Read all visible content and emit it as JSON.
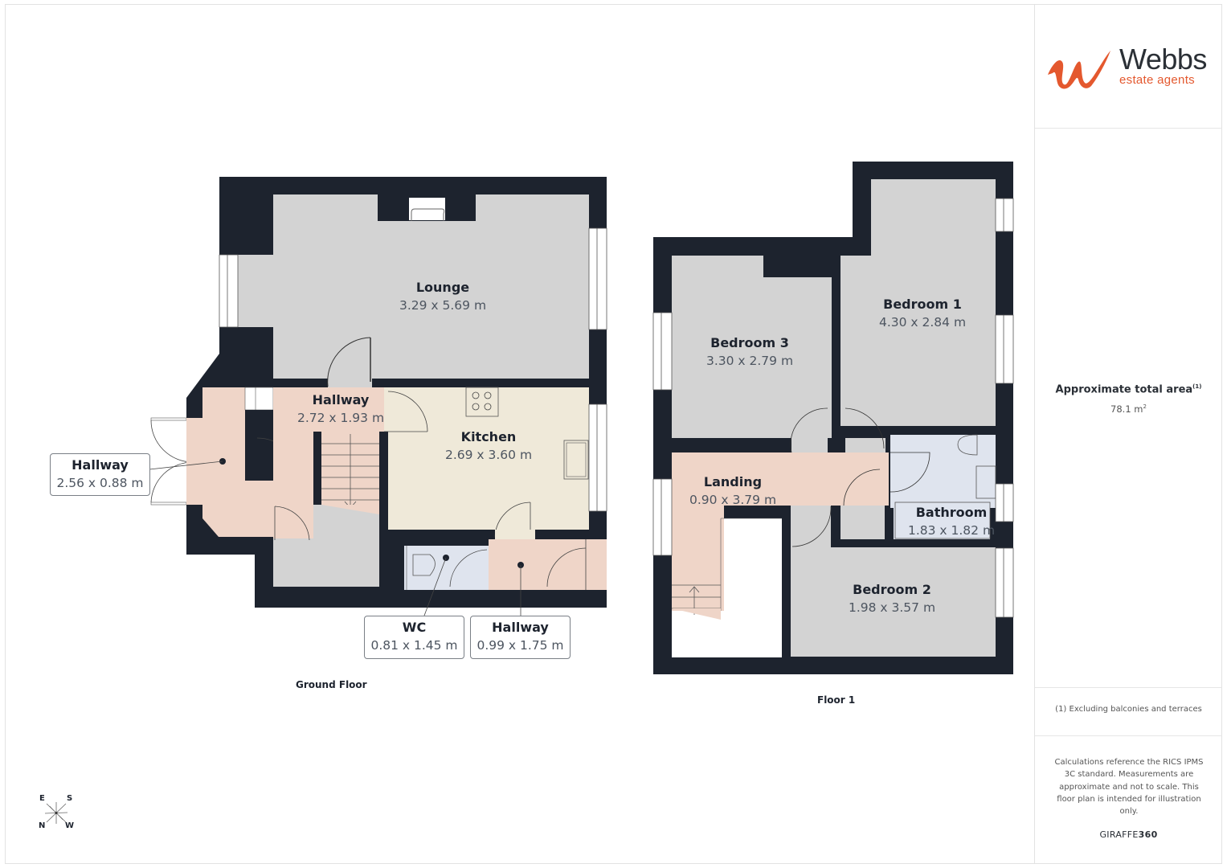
{
  "brand": {
    "name": "Webbs",
    "tagline": "estate agents",
    "logo_icon": "w-swoosh-logo",
    "colors": {
      "accent": "#e4582e",
      "dark": "#2b3036"
    }
  },
  "summary": {
    "area_label": "Approximate total area",
    "area_footnote_marker": "(1)",
    "area_value": "78.1 m",
    "area_unit_sup": "2",
    "footnote": "(1) Excluding balconies and terraces",
    "disclaimer": "Calculations reference the RICS IPMS 3C standard. Measurements are approximate and not to scale. This floor plan is intended for illustration only.",
    "credit_prefix": "GIRAFFE",
    "credit_suffix": "360"
  },
  "colors": {
    "wall": "#1d232e",
    "room_grey": "#d3d3d3",
    "hallway": "#efd5c8",
    "kitchen": "#efe9d9",
    "wet_room": "#dfe4ee"
  },
  "floors": [
    {
      "label": "Ground Floor",
      "rooms": [
        {
          "name": "Lounge",
          "dims": "3.29 x 5.69 m"
        },
        {
          "name": "Hallway",
          "dims": "2.72 x 1.93 m"
        },
        {
          "name": "Kitchen",
          "dims": "2.69 x 3.60 m"
        },
        {
          "name": "Hallway",
          "dims": "2.56 x 0.88 m",
          "callout": true
        },
        {
          "name": "WC",
          "dims": "0.81 x 1.45 m",
          "callout": true
        },
        {
          "name": "Hallway",
          "dims": "0.99 x 1.75 m",
          "callout": true
        }
      ]
    },
    {
      "label": "Floor 1",
      "rooms": [
        {
          "name": "Bedroom 1",
          "dims": "4.30 x 2.84 m"
        },
        {
          "name": "Bedroom 3",
          "dims": "3.30 x 2.79 m"
        },
        {
          "name": "Landing",
          "dims": "0.90 x 3.79 m"
        },
        {
          "name": "Bathroom",
          "dims": "1.83 x 1.82 m"
        },
        {
          "name": "Bedroom 2",
          "dims": "1.98 x 3.57 m"
        }
      ]
    }
  ],
  "compass": {
    "top_left": "E",
    "top_right": "S",
    "bottom_left": "N",
    "bottom_right": "W"
  }
}
